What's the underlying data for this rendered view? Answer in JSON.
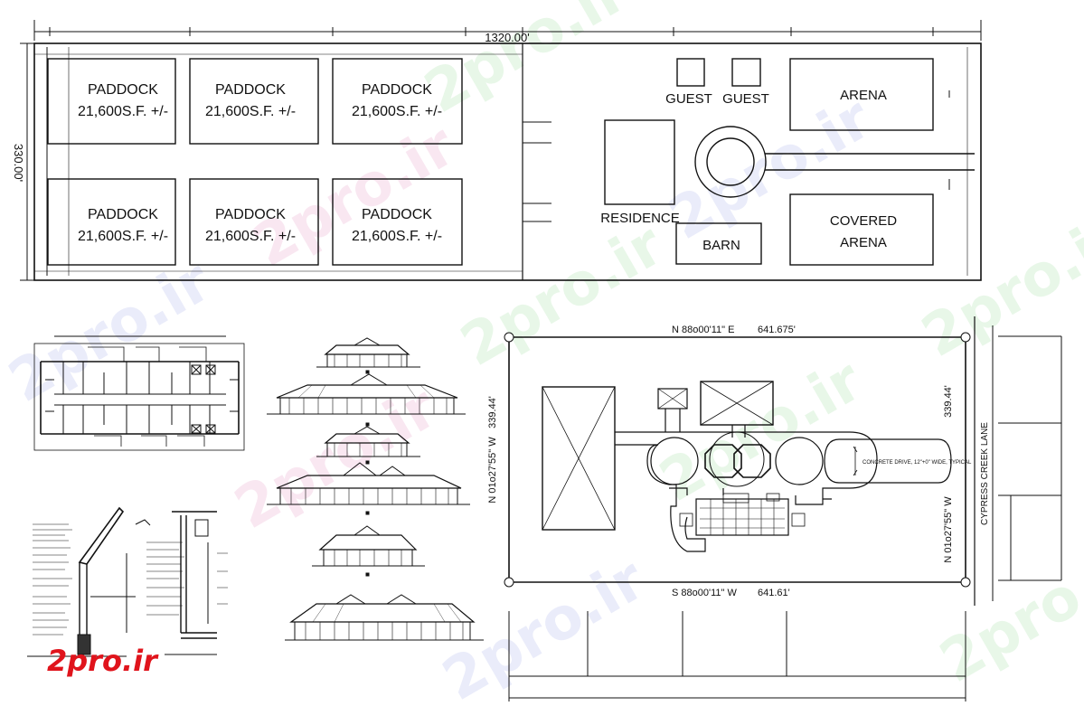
{
  "site_plan": {
    "length_dim": "1320.00'",
    "width_dim": "330.00'",
    "paddocks": [
      {
        "name": "PADDOCK",
        "area": "21,600S.F. +/-"
      },
      {
        "name": "PADDOCK",
        "area": "21,600S.F. +/-"
      },
      {
        "name": "PADDOCK",
        "area": "21,600S.F. +/-"
      },
      {
        "name": "PADDOCK",
        "area": "21,600S.F. +/-"
      },
      {
        "name": "PADDOCK",
        "area": "21,600S.F. +/-"
      },
      {
        "name": "PADDOCK",
        "area": "21,600S.F. +/-"
      }
    ],
    "guest_1": "GUEST",
    "guest_2": "GUEST",
    "arena": "ARENA",
    "residence": "RESIDENCE",
    "barn": "BARN",
    "covered_arena_line1": "COVERED",
    "covered_arena_line2": "ARENA"
  },
  "survey": {
    "north_bearing": "N 88o00'11\" E",
    "north_distance": "641.675'",
    "south_bearing": "S 88o00'11\" W",
    "south_distance": "641.61'",
    "west_bearing": "N 01o27'55\" W",
    "west_distance": "339.44'",
    "east_bearing": "N 01o27'55\" W",
    "east_distance": "339.44'",
    "road_name": "CYPRESS CREEK LANE",
    "concrete_note": "CONCRETE DRIVE, 12\"+0\" WIDE, TYPICAL"
  },
  "logo": {
    "text": "2pro.ir",
    "color": "#e0141c"
  },
  "watermark": {
    "text": "2pro.ir"
  }
}
